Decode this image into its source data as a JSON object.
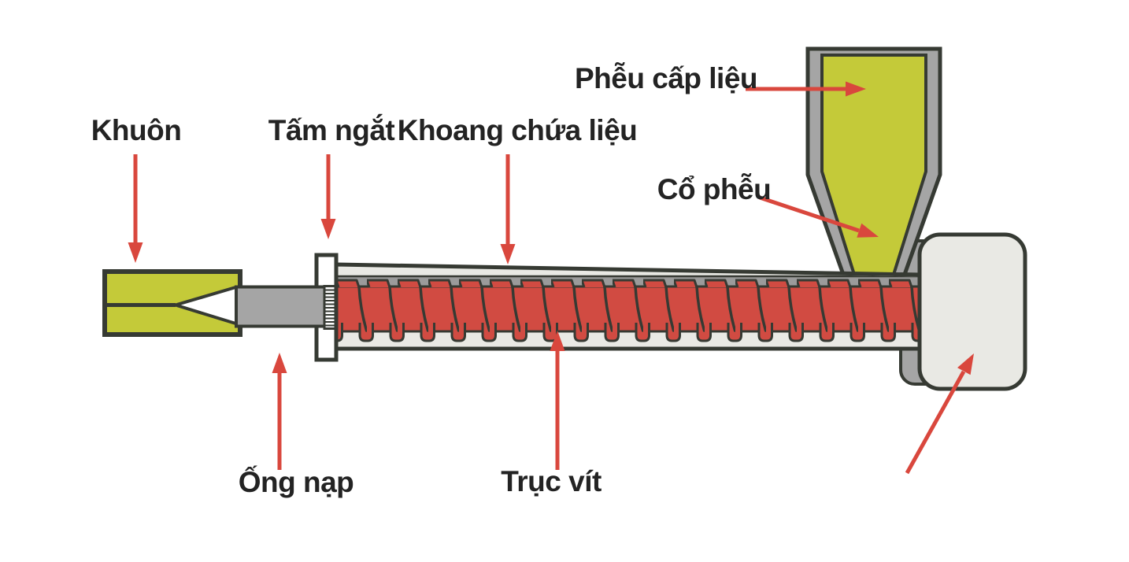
{
  "diagram": {
    "subject": "injection-molding-extruder-schematic",
    "language": "vi"
  },
  "labels": {
    "khuon": {
      "text": "Khuôn",
      "target": "mold"
    },
    "tam_ngat": {
      "text": "Tấm ngắt",
      "target": "breaker-plate"
    },
    "khoang_chua_lieu": {
      "text": "Khoang chứa liệu",
      "target": "barrel"
    },
    "pheu_cap_lieu": {
      "text": "Phễu cấp liệu",
      "target": "feed-hopper"
    },
    "co_pheu": {
      "text": "Cổ phễu",
      "target": "hopper-throat"
    },
    "ong_nap": {
      "text": "Ống nạp",
      "target": "feed-tube"
    },
    "truc_vit": {
      "text": "Trục vít",
      "target": "screw"
    }
  },
  "palette": {
    "background": "#ffffff",
    "outline": "#363a33",
    "machine_yellow": "#c4ca39",
    "machine_gray": "#a5a5a5",
    "strip_gray": "#9b9b9b",
    "screw_red": "#d14b42",
    "arrow_red": "#d9473d",
    "interior_light": "#e9e9e4",
    "text": "#232323"
  }
}
